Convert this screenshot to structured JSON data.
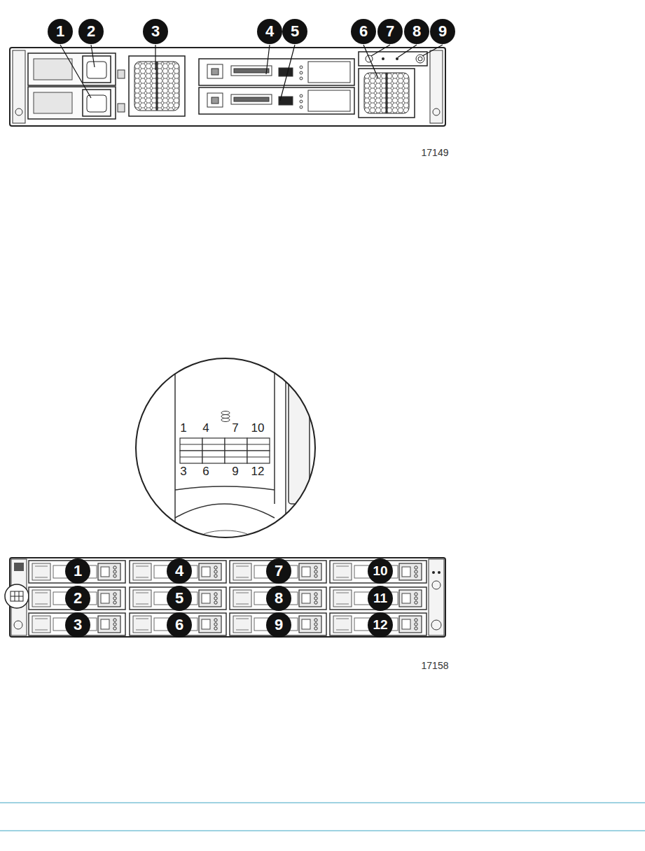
{
  "diagram": {
    "labels": [
      "1",
      "2",
      "3",
      "4",
      "5",
      "6",
      "7",
      "8",
      "9",
      "17149",
      "1",
      "4",
      "7",
      "10",
      "3",
      "6",
      "9",
      "12",
      "1",
      "4",
      "7",
      "10",
      "2",
      "5",
      "8",
      "11",
      "3",
      "6",
      "9",
      "12",
      "17158"
    ]
  }
}
